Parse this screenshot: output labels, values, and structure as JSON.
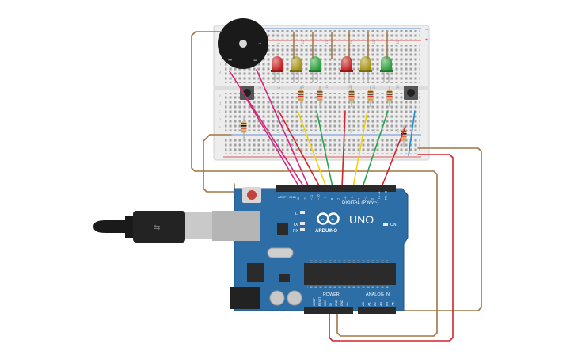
{
  "arduino": {
    "logo_text": "ARDUINO",
    "model": "UNO",
    "digital_header": "DIGITAL (PWM~)",
    "power_header": "POWER",
    "analog_header": "ANALOG IN",
    "on_label": "ON",
    "l_label": "L",
    "tx_label": "TX",
    "rx_label": "RX",
    "aref_label": "AREF",
    "gnd_label": "GND",
    "digital_pins": [
      "13",
      "12",
      "~11",
      "~10",
      "~9",
      "8",
      "7",
      "~6",
      "~5",
      "4",
      "~3",
      "2",
      "TX→1",
      "RX←0"
    ],
    "power_pins": [
      "IOREF",
      "RESET",
      "3.3V",
      "5V",
      "GND",
      "GND",
      "Vin"
    ],
    "analog_pins": [
      "A0",
      "A1",
      "A2",
      "A3",
      "A4",
      "A5"
    ]
  },
  "breadboard": {
    "column_numbers": [
      "1",
      "5",
      "10",
      "15",
      "20",
      "25",
      "30"
    ],
    "row_letters_top": [
      "j",
      "i",
      "h",
      "g",
      "f"
    ],
    "row_letters_bottom": [
      "e",
      "d",
      "c",
      "b",
      "a"
    ]
  },
  "buzzer": {
    "plus_label": "+",
    "minus_label": "−"
  },
  "colors": {
    "board": "#2c6ea5",
    "board_dark": "#1f5585",
    "breadboard": "#ededed",
    "wire_red": "#d0252c",
    "wire_yellow": "#f2d10a",
    "wire_green": "#26a64a",
    "wire_magenta": "#d6287b",
    "wire_brown": "#a07545",
    "wire_blue": "#1f8ed6",
    "led_red": "#c41f1f",
    "led_yellow": "#a59312",
    "led_green": "#2aa03a"
  }
}
